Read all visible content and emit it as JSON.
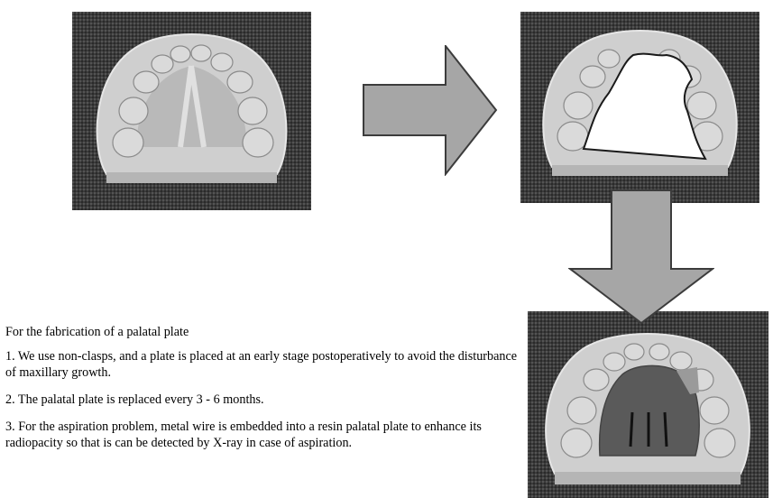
{
  "caption": {
    "heading": "For the fabrication of a palatal plate",
    "points": [
      "1. We use non-clasps, and a plate is placed at an early stage postoperatively to avoid the disturbance of maxillary growth.",
      "2. The palatal plate is replaced every 3 - 6 months.",
      "3. For the aspiration problem, metal wire is embedded into a resin palatal plate to enhance its radiopacity so that is can be detected by X-ray in case of aspiration."
    ]
  },
  "colors": {
    "arrow_fill": "#a6a6a6",
    "arrow_stroke": "#3c3c3c",
    "cast": "#c9c9c9",
    "backdrop": "#3a3a3a"
  }
}
